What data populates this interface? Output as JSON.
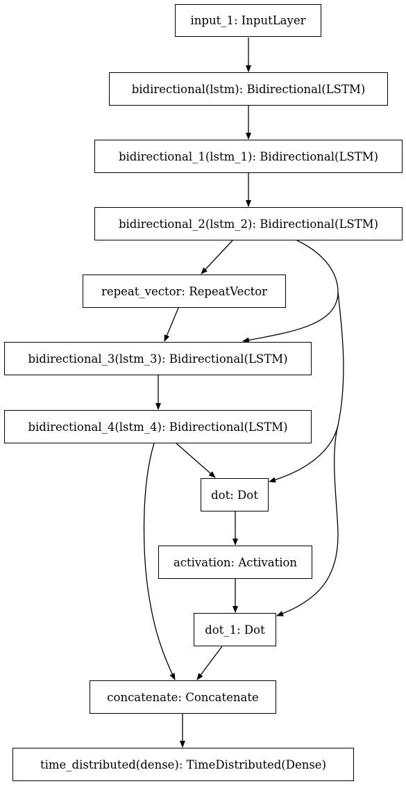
{
  "nodes": [
    {
      "id": "input_1",
      "label": "input_1: InputLayer"
    },
    {
      "id": "bidirectional",
      "label": "bidirectional(lstm): Bidirectional(LSTM)"
    },
    {
      "id": "bidirectional_1",
      "label": "bidirectional_1(lstm_1): Bidirectional(LSTM)"
    },
    {
      "id": "bidirectional_2",
      "label": "bidirectional_2(lstm_2): Bidirectional(LSTM)"
    },
    {
      "id": "repeat_vector",
      "label": "repeat_vector: RepeatVector"
    },
    {
      "id": "bidirectional_3",
      "label": "bidirectional_3(lstm_3): Bidirectional(LSTM)"
    },
    {
      "id": "bidirectional_4",
      "label": "bidirectional_4(lstm_4): Bidirectional(LSTM)"
    },
    {
      "id": "dot",
      "label": "dot: Dot"
    },
    {
      "id": "activation",
      "label": "activation: Activation"
    },
    {
      "id": "dot_1",
      "label": "dot_1: Dot"
    },
    {
      "id": "concatenate",
      "label": "concatenate: Concatenate"
    },
    {
      "id": "time_distributed",
      "label": "time_distributed(dense): TimeDistributed(Dense)"
    }
  ],
  "edges": [
    {
      "from": "input_1",
      "to": "bidirectional"
    },
    {
      "from": "bidirectional",
      "to": "bidirectional_1"
    },
    {
      "from": "bidirectional_1",
      "to": "bidirectional_2"
    },
    {
      "from": "bidirectional_2",
      "to": "repeat_vector"
    },
    {
      "from": "bidirectional_2",
      "to": "bidirectional_3"
    },
    {
      "from": "repeat_vector",
      "to": "bidirectional_3"
    },
    {
      "from": "bidirectional_3",
      "to": "bidirectional_4"
    },
    {
      "from": "bidirectional_4",
      "to": "dot"
    },
    {
      "from": "bidirectional_2",
      "to": "dot"
    },
    {
      "from": "dot",
      "to": "activation"
    },
    {
      "from": "activation",
      "to": "dot_1"
    },
    {
      "from": "bidirectional_2",
      "to": "dot_1"
    },
    {
      "from": "bidirectional_4",
      "to": "concatenate"
    },
    {
      "from": "dot_1",
      "to": "concatenate"
    },
    {
      "from": "concatenate",
      "to": "time_distributed"
    }
  ]
}
